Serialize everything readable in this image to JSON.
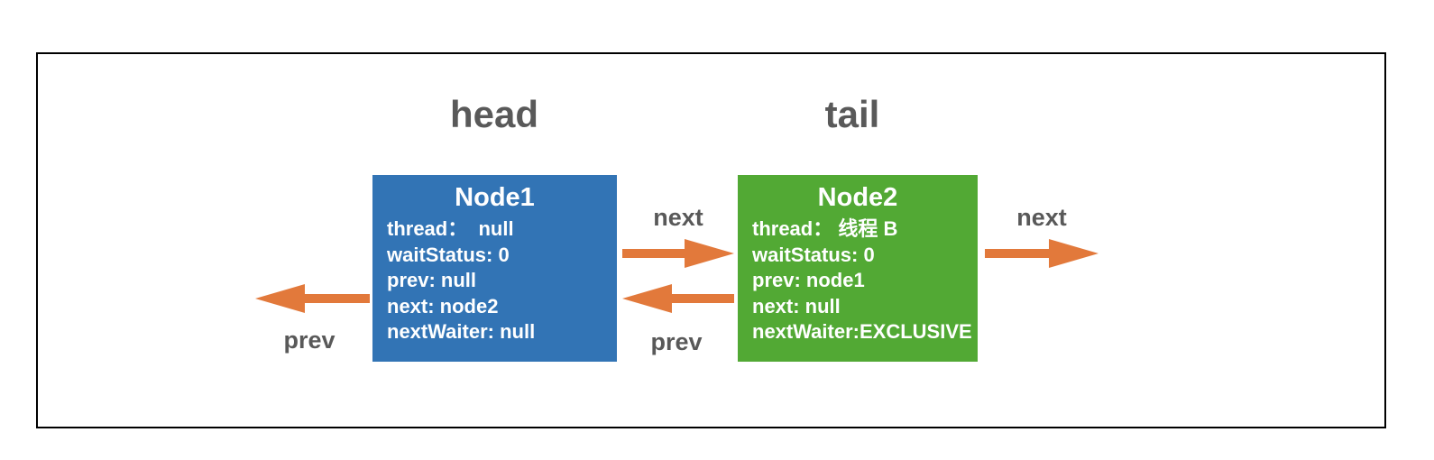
{
  "diagram": {
    "pointer_labels": {
      "head": "head",
      "tail": "tail"
    },
    "nodes": [
      {
        "title": "Node1",
        "fields": [
          "thread：  null",
          "waitStatus: 0",
          "prev: null",
          "next: node2",
          "nextWaiter: null"
        ],
        "fill_color": "#3274b5"
      },
      {
        "title": "Node2",
        "fields": [
          "thread： 线程 B",
          "waitStatus: 0",
          "prev: node1",
          "next: null",
          "nextWaiter:EXCLUSIVE"
        ],
        "fill_color": "#52a934"
      }
    ],
    "arrow_labels": {
      "middle_next": "next",
      "middle_prev": "prev",
      "outer_left_prev": "prev",
      "outer_right_next": "next"
    },
    "colors": {
      "arrow": "#e2793b",
      "label_text": "#595959",
      "node1_fill": "#3274b5",
      "node2_fill": "#52a934",
      "frame_border": "#000000"
    }
  }
}
